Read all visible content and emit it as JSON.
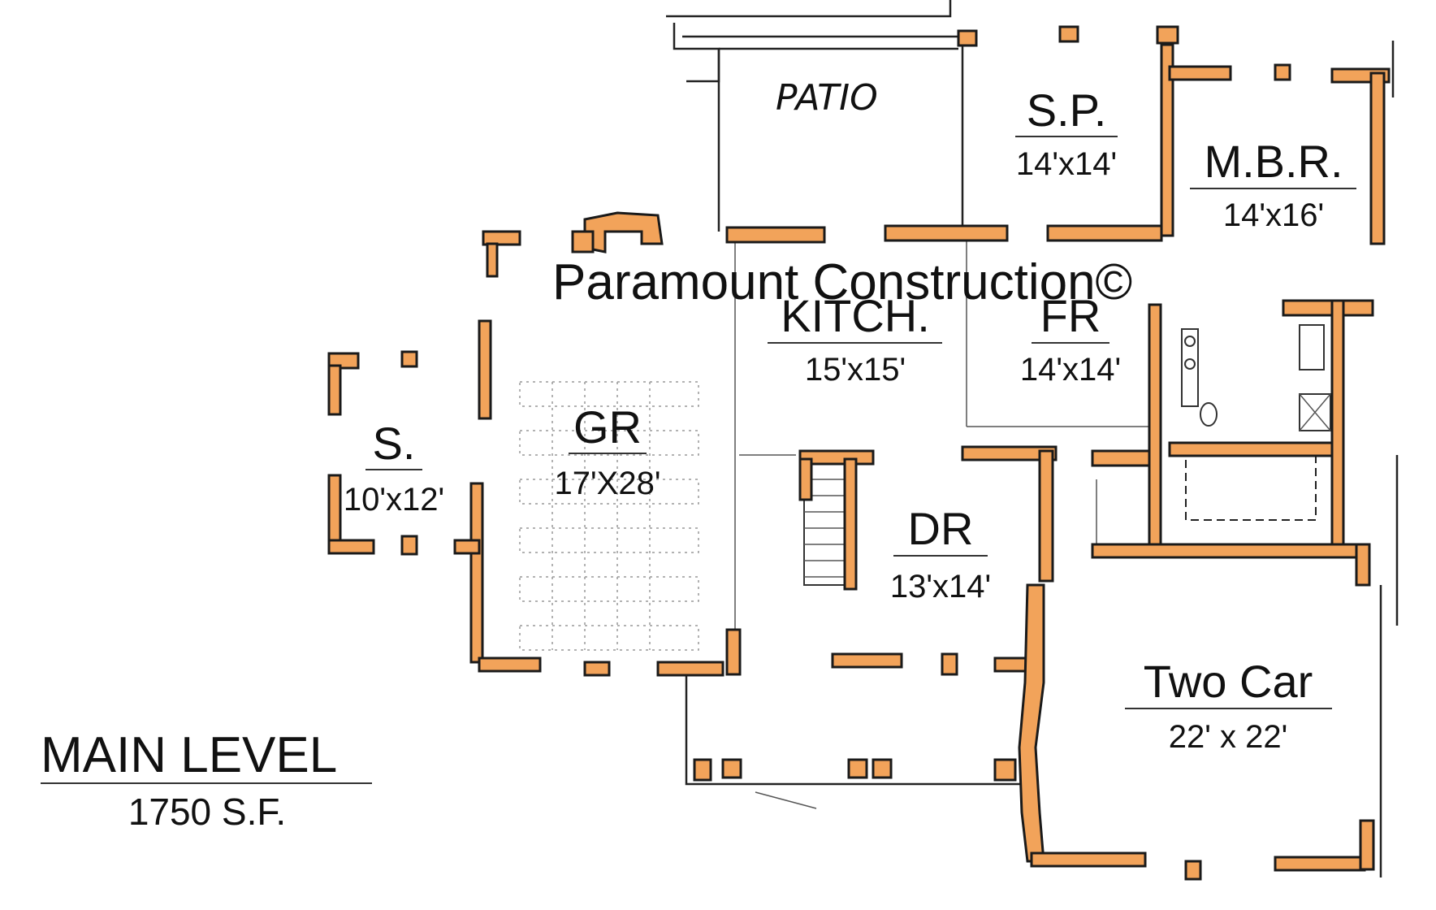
{
  "plan": {
    "watermark": "Paramount Construction©",
    "level_title": "MAIN LEVEL",
    "level_area": "1750 S.F.",
    "patio_label": "PATIO",
    "rooms": {
      "sp": {
        "name": "S.P.",
        "dims": "14'x14'"
      },
      "mbr": {
        "name": "M.B.R.",
        "dims": "14'x16'"
      },
      "kitchen": {
        "name": "KITCH.",
        "dims": "15'x15'"
      },
      "fr": {
        "name": "FR",
        "dims": "14'x14'"
      },
      "gr": {
        "name": "GR",
        "dims": "17'X28'"
      },
      "s": {
        "name": "S.",
        "dims": "10'x12'"
      },
      "dr": {
        "name": "DR",
        "dims": "13'x14'"
      },
      "garage": {
        "name": "Two Car",
        "dims": "22' x 22'"
      }
    },
    "colors": {
      "wall_fill": "#f2a35a",
      "ink": "#1a1a1a"
    }
  }
}
